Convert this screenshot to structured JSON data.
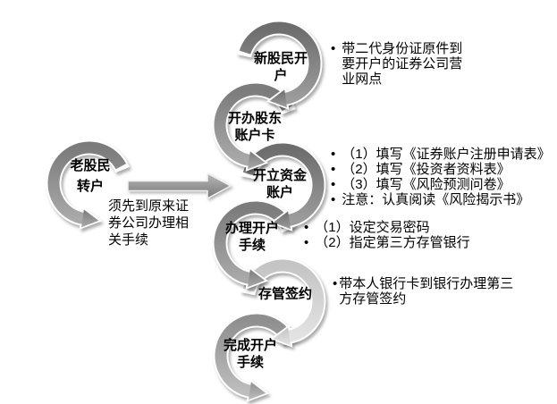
{
  "colors": {
    "background": "#ffffff",
    "text": "#000000",
    "left_ring_gradient": {
      "from": "#7b7b7b",
      "to": "#a9a9a9"
    },
    "ring_gradients": [
      {
        "from": "#6d6d6d",
        "to": "#9c9c9c"
      },
      {
        "from": "#7b7b7b",
        "to": "#a9a9a9"
      },
      {
        "from": "#6d6d6d",
        "to": "#9c9c9c"
      },
      {
        "from": "#7b7b7b",
        "to": "#a9a9a9"
      },
      {
        "from": "#c4c4c4",
        "to": "#e3e3e3"
      },
      {
        "from": "#8f8f8f",
        "to": "#bdbdbd"
      }
    ],
    "arrow_gradient": {
      "from": "#b6b6b6",
      "to": "#7a7a7a"
    }
  },
  "ui": {
    "bullet": "•"
  },
  "left_flow": {
    "node_label": "老股民\n转户",
    "note": "须先到原来证\n券公司办理相\n关手续"
  },
  "main_flow": {
    "nodes": [
      {
        "label": "新股民开\n户"
      },
      {
        "label": "开办股东\n账户卡"
      },
      {
        "label": "开立资金\n账户"
      },
      {
        "label": "办理开户\n手续"
      },
      {
        "label": "存管签约"
      },
      {
        "label": "完成开户\n手续"
      }
    ]
  },
  "annotations": [
    {
      "items": [
        "带二代身份证原件到\n要开户的证券公司营\n业网点"
      ]
    },
    {
      "items": [
        "（1）填写《证券账户注册申请表》",
        "（2）填写《投资者资料表》",
        "（3）填写《风险预测问卷》",
        "注意：认真阅读《风险揭示书》"
      ]
    },
    {
      "items": [
        "（1）设定交易密码",
        "（2）指定第三方存管银行"
      ]
    },
    {
      "items": [
        "带本人银行卡到银行办理第三\n方存管签约"
      ]
    }
  ]
}
